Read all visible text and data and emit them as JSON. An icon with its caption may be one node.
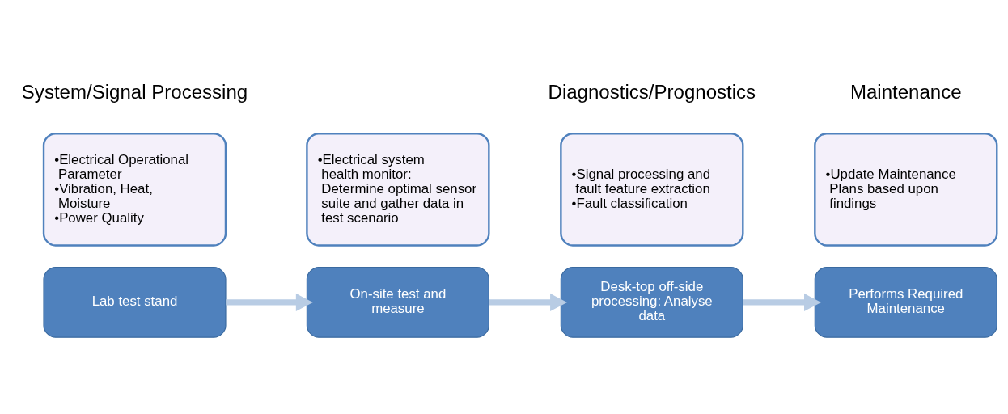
{
  "diagram": {
    "nodes": [
      {
        "text": [
          "Lab test stand"
        ]
      },
      {
        "text": [
          "•Electrical Operational Parameter",
          "•Vibration, Heat, Moisture",
          "•Power Quality"
        ]
      },
      {
        "text": [
          "On-site test and measure"
        ]
      },
      {
        "text": [
          "•Electrical system health monitor: Determine optimal sensor suite and gather data in test scenario"
        ]
      },
      {
        "text": [
          "Desk-top off-side processing: Analyse data"
        ]
      },
      {
        "text": [
          "•Signal processing and fault feature extraction",
          "•Fault classification"
        ]
      },
      {
        "text": [
          "Performs Required Maintenance"
        ]
      },
      {
        "text": [
          "•Update Maintenance Plans based upon findings"
        ]
      }
    ],
    "edges": [
      {
        "from": 0,
        "to": 2,
        "arrow": "to"
      },
      {
        "from": 2,
        "to": 4,
        "arrow": "to"
      },
      {
        "from": 4,
        "to": 6,
        "arrow": "to"
      }
    ],
    "labels": [
      "System/Signal Processing",
      "Diagnostics/Prognostics",
      "Maintenance"
    ]
  }
}
